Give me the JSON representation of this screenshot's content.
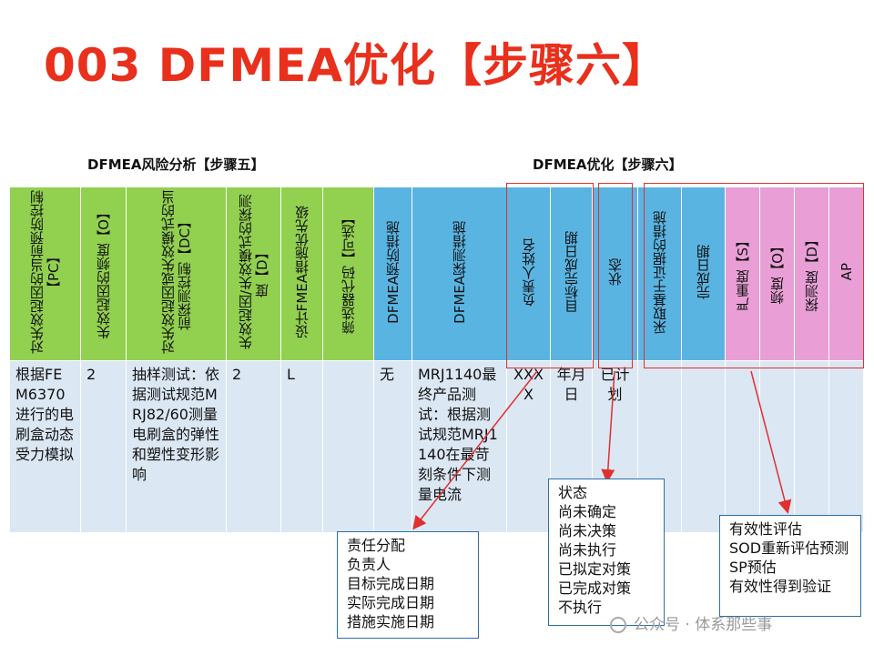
{
  "title": "003  DFMEA优化【步骤六】",
  "section_left": "DFMEA风险分析【步骤五】",
  "section_right": "DFMEA优化【步骤六】",
  "headers": [
    {
      "text": "对失效起因的当前预防控制【PC】",
      "color": "green"
    },
    {
      "text": "失效起因的频度【O】",
      "color": "green"
    },
    {
      "text": "对失效起因或失效模式的当前探测控制【DC】",
      "color": "green"
    },
    {
      "text": "失效起因/失效模式的探测度【D】",
      "color": "green"
    },
    {
      "text": "设计FMEA措施优先级",
      "color": "green"
    },
    {
      "text": "筛选器代码【可选】",
      "color": "green"
    },
    {
      "text": "DFMEA预防措施",
      "color": "blue"
    },
    {
      "text": "DFMEA探测措施",
      "color": "blue"
    },
    {
      "text": "负责人姓名",
      "color": "blue"
    },
    {
      "text": "目标完成日期",
      "color": "blue"
    },
    {
      "text": "状态",
      "color": "blue"
    },
    {
      "text": "采取基于证据的措施",
      "color": "blue"
    },
    {
      "text": "完成日期",
      "color": "blue"
    },
    {
      "text": "严重度【S】",
      "color": "pink"
    },
    {
      "text": "频度【O】",
      "color": "pink"
    },
    {
      "text": "探测度【D】",
      "color": "pink"
    },
    {
      "text": "AP",
      "color": "pink"
    }
  ],
  "row": [
    "根据FEM6370进行的电刷盒动态受力模拟",
    "2",
    "抽样测试：依据测试规范MRJ82/60测量电刷盒的弹性和塑性变形影响",
    "2",
    "L",
    "",
    "无",
    "MRJ1140最终产品测试：根据测试规范MRJ1140在最苛刻条件下测量电流",
    "XXXX",
    "年月日",
    "已计划",
    "",
    "",
    "",
    "",
    "",
    ""
  ],
  "callouts": {
    "responsibility": [
      "责任分配",
      "负责人",
      "目标完成日期",
      "实际完成日期",
      "措施实施日期"
    ],
    "status": [
      "状态",
      "尚未确定",
      "尚未决策",
      "尚未执行",
      "已拟定对策",
      "已完成对策",
      "不执行"
    ],
    "evaluation": [
      "有效性评估",
      "SOD重新评估预测",
      "SP预估",
      "有效性得到验证"
    ]
  },
  "watermark": "公众号 · 体系那些事",
  "colors": {
    "title": "#e8301c",
    "green": "#92d050",
    "blue": "#5ab4e2",
    "pink": "#e99fd6",
    "row_bg": "#dbe7f3",
    "highlight_box": "#e03030"
  }
}
